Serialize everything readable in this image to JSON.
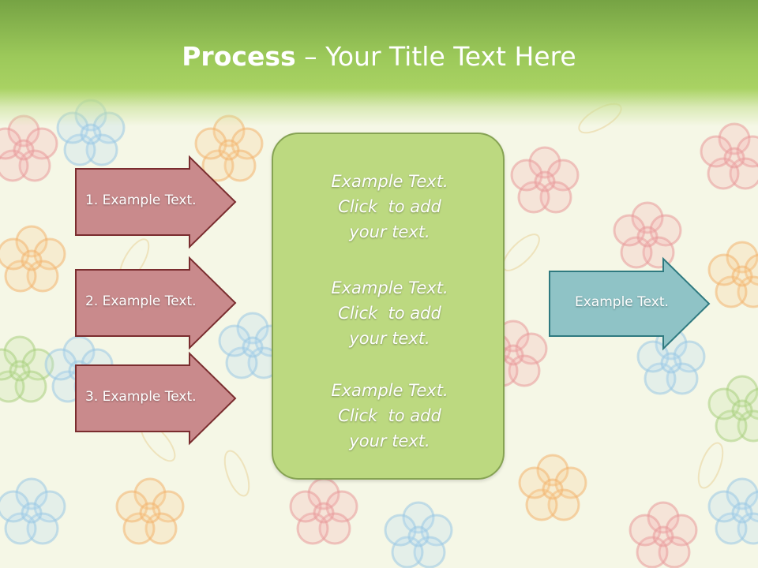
{
  "slide": {
    "title_bold": "Process",
    "title_rest": " – Your Title Text Here"
  },
  "steps": [
    {
      "label": "1. Example Text."
    },
    {
      "label": "2. Example Text."
    },
    {
      "label": "3. Example Text."
    }
  ],
  "center": {
    "paragraphs": [
      {
        "lines": [
          "Example Text.",
          "Click  to add",
          "your text."
        ]
      },
      {
        "lines": [
          "Example Text.",
          "Click  to add",
          "your text."
        ]
      },
      {
        "lines": [
          "Example Text.",
          "Click  to add",
          "your text."
        ]
      }
    ]
  },
  "result": {
    "label": "Example Text."
  },
  "colors": {
    "header_green": "#9cc95a",
    "step_fill": "#c98a8c",
    "step_border": "#7a2d2f",
    "center_fill": "#bcd980",
    "result_fill": "#8fc3c6",
    "result_border": "#2f7a80"
  }
}
